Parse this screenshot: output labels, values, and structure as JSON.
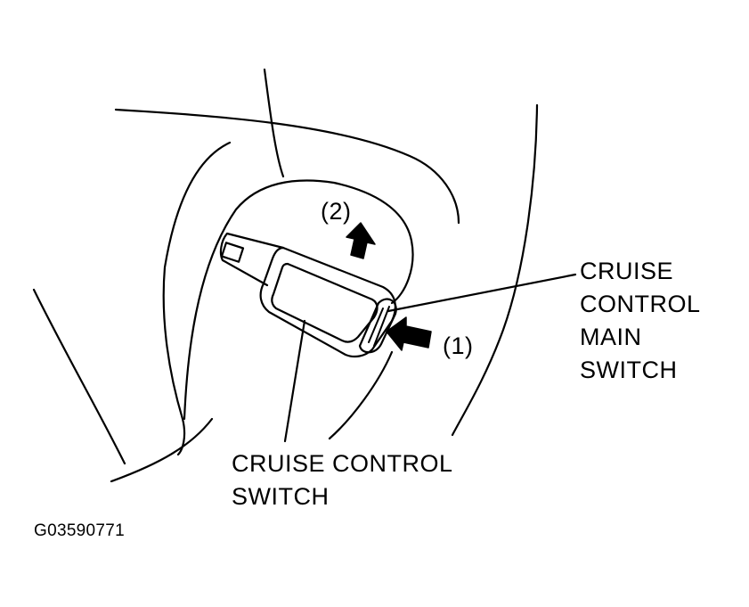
{
  "labels": {
    "main_switch": [
      "CRUISE",
      "CONTROL",
      "MAIN",
      "SWITCH"
    ],
    "cruise_switch": [
      "CRUISE CONTROL",
      "SWITCH"
    ],
    "step_1": "(1)",
    "step_2": "(2)"
  },
  "figure_id": "G03590771",
  "colors": {
    "ink": "#000000",
    "background": "#ffffff"
  }
}
